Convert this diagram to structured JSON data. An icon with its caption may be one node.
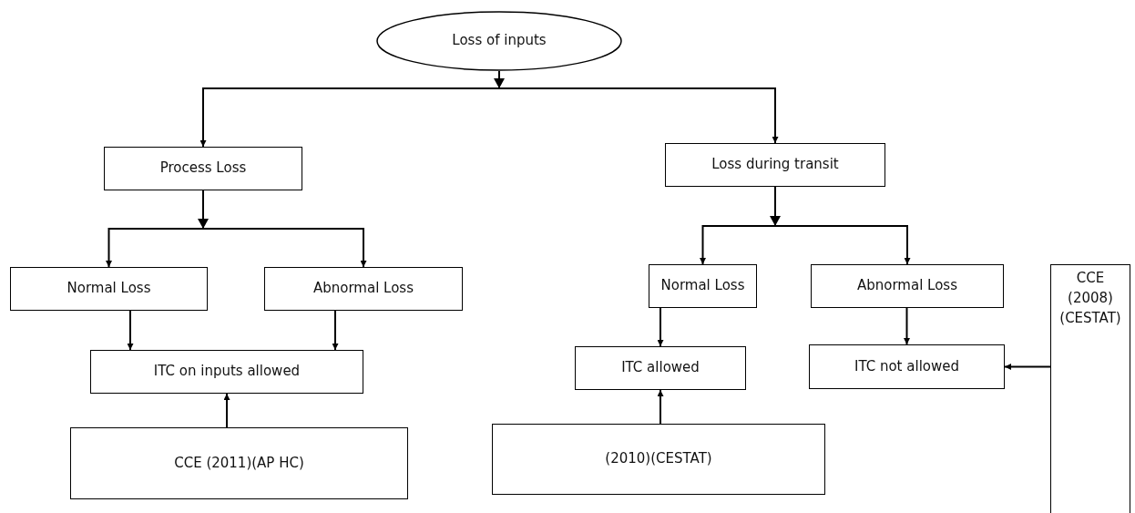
{
  "diagram": {
    "nodes": [
      {
        "text": [
          "Loss of inputs"
        ]
      },
      {
        "text": [
          "Process Loss"
        ]
      },
      {
        "text": [
          "Loss during transit"
        ]
      },
      {
        "text": [
          "Normal Loss"
        ]
      },
      {
        "text": [
          "Abnormal Loss"
        ]
      },
      {
        "text": [
          "Normal Loss"
        ]
      },
      {
        "text": [
          "Abnormal Loss"
        ]
      },
      {
        "text": [
          "ITC on inputs allowed"
        ]
      },
      {
        "text": [
          "ITC allowed"
        ]
      },
      {
        "text": [
          "ITC not allowed"
        ]
      },
      {
        "text": [
          "CCE (2011)(AP HC)"
        ]
      },
      {
        "text": [
          "(2010)(CESTAT)"
        ]
      },
      {
        "text": [
          "CCE (2008)(CESTAT)"
        ]
      }
    ],
    "edges": [
      {
        "from": 0,
        "to": 1,
        "arrow": "to"
      },
      {
        "from": 0,
        "to": 2,
        "arrow": "to"
      },
      {
        "from": 1,
        "to": 3,
        "arrow": "to"
      },
      {
        "from": 1,
        "to": 4,
        "arrow": "to"
      },
      {
        "from": 2,
        "to": 5,
        "arrow": "to"
      },
      {
        "from": 2,
        "to": 6,
        "arrow": "to"
      },
      {
        "from": 3,
        "to": 7,
        "arrow": "to"
      },
      {
        "from": 4,
        "to": 7,
        "arrow": "to"
      },
      {
        "from": 5,
        "to": 8,
        "arrow": "to"
      },
      {
        "from": 6,
        "to": 9,
        "arrow": "to"
      },
      {
        "from": 10,
        "to": 7,
        "arrow": "to"
      },
      {
        "from": 11,
        "to": 8,
        "arrow": "to"
      },
      {
        "from": 12,
        "to": 9,
        "arrow": "to"
      }
    ]
  }
}
